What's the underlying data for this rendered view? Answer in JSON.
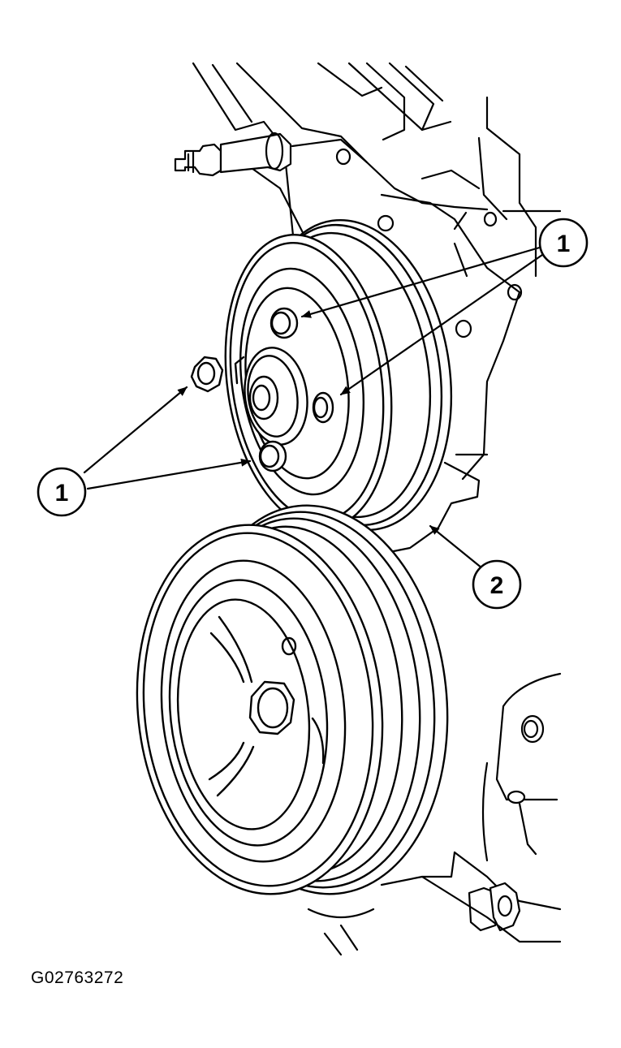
{
  "figure_id": "G02763272",
  "callouts": [
    {
      "label": "1",
      "meaning": "pulley-bolt"
    },
    {
      "label": "1",
      "meaning": "pulley-bolt"
    },
    {
      "label": "2",
      "meaning": "water-pump-pulley"
    }
  ],
  "colors": {
    "ink": "#000000",
    "paper": "#ffffff"
  }
}
